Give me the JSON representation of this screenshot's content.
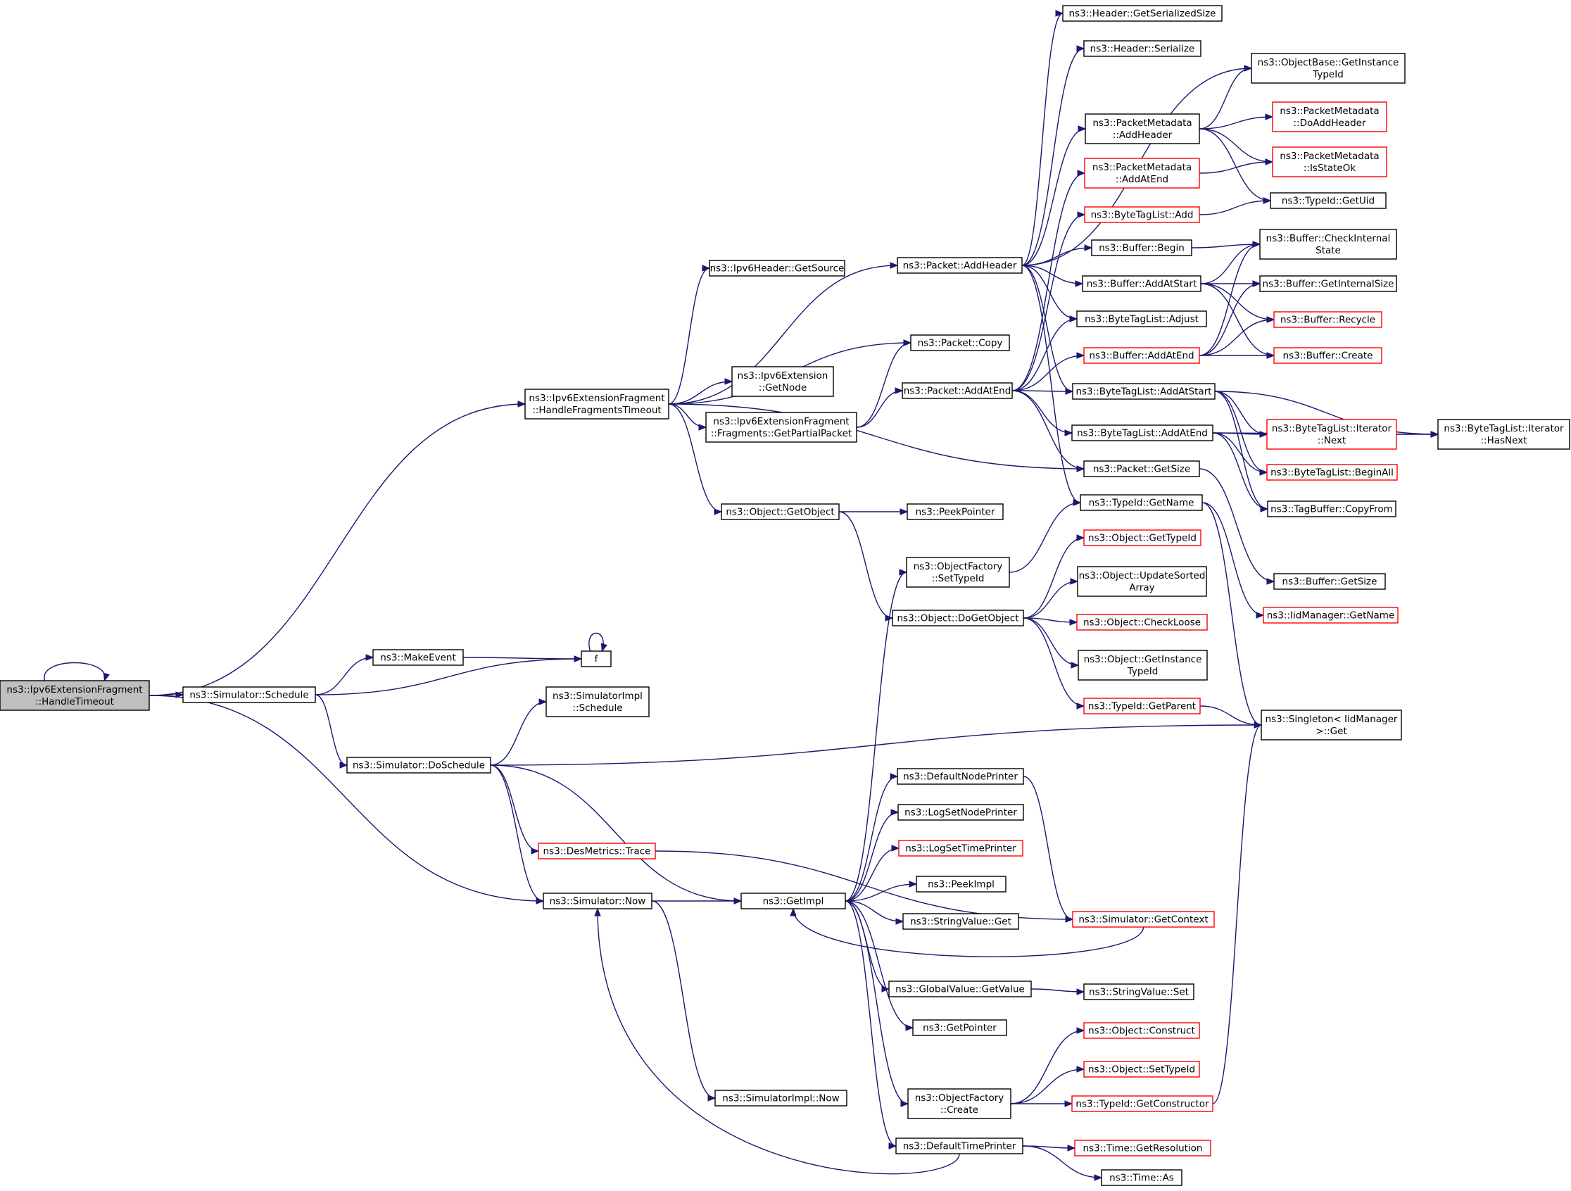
{
  "colors": {
    "edge": "#191970",
    "node_border": "#000000",
    "node_border_truncated": "#ff0000",
    "node_fill": "#ffffff",
    "root_fill": "#bfbfbf"
  },
  "nodes": [
    {
      "id": "root",
      "lines": [
        "ns3::Ipv6ExtensionFragment",
        "::HandleTimeout"
      ],
      "style": "root"
    },
    {
      "id": "hft",
      "lines": [
        "ns3::Ipv6ExtensionFragment",
        "::HandleFragmentsTimeout"
      ],
      "style": "normal"
    },
    {
      "id": "sched",
      "lines": [
        "ns3::Simulator::Schedule"
      ],
      "style": "normal"
    },
    {
      "id": "makeevent",
      "lines": [
        "ns3::MakeEvent"
      ],
      "style": "normal"
    },
    {
      "id": "f",
      "lines": [
        "f"
      ],
      "style": "normal"
    },
    {
      "id": "simimplsched",
      "lines": [
        "ns3::SimulatorImpl",
        "::Schedule"
      ],
      "style": "normal"
    },
    {
      "id": "dosched",
      "lines": [
        "ns3::Simulator::DoSchedule"
      ],
      "style": "normal"
    },
    {
      "id": "desmetrics",
      "lines": [
        "ns3::DesMetrics::Trace"
      ],
      "style": "truncated"
    },
    {
      "id": "now",
      "lines": [
        "ns3::Simulator::Now"
      ],
      "style": "normal"
    },
    {
      "id": "getimpl",
      "lines": [
        "ns3::GetImpl"
      ],
      "style": "normal"
    },
    {
      "id": "simimplnow",
      "lines": [
        "ns3::SimulatorImpl::Now"
      ],
      "style": "normal"
    },
    {
      "id": "getsource",
      "lines": [
        "ns3::Ipv6Header::GetSource"
      ],
      "style": "normal"
    },
    {
      "id": "pktcopy",
      "lines": [
        "ns3::Packet::Copy"
      ],
      "style": "normal"
    },
    {
      "id": "getnode",
      "lines": [
        "ns3::Ipv6Extension",
        "::GetNode"
      ],
      "style": "normal"
    },
    {
      "id": "getpartial",
      "lines": [
        "ns3::Ipv6ExtensionFragment",
        "::Fragments::GetPartialPacket"
      ],
      "style": "normal"
    },
    {
      "id": "getobject",
      "lines": [
        "ns3::Object::GetObject"
      ],
      "style": "normal"
    },
    {
      "id": "peekpointer",
      "lines": [
        "ns3::PeekPointer"
      ],
      "style": "normal"
    },
    {
      "id": "addheader",
      "lines": [
        "ns3::Packet::AddHeader"
      ],
      "style": "normal"
    },
    {
      "id": "addatend",
      "lines": [
        "ns3::Packet::AddAtEnd"
      ],
      "style": "normal"
    },
    {
      "id": "objfactsettype",
      "lines": [
        "ns3::ObjectFactory",
        "::SetTypeId"
      ],
      "style": "normal"
    },
    {
      "id": "dogetobject",
      "lines": [
        "ns3::Object::DoGetObject"
      ],
      "style": "normal"
    },
    {
      "id": "defnodeprinter",
      "lines": [
        "ns3::DefaultNodePrinter"
      ],
      "style": "normal"
    },
    {
      "id": "logsetnode",
      "lines": [
        "ns3::LogSetNodePrinter"
      ],
      "style": "normal"
    },
    {
      "id": "logsettime",
      "lines": [
        "ns3::LogSetTimePrinter"
      ],
      "style": "truncated"
    },
    {
      "id": "peekimpl",
      "lines": [
        "ns3::PeekImpl"
      ],
      "style": "normal"
    },
    {
      "id": "strvalget",
      "lines": [
        "ns3::StringValue::Get"
      ],
      "style": "normal"
    },
    {
      "id": "globalgetvalue",
      "lines": [
        "ns3::GlobalValue::GetValue"
      ],
      "style": "normal"
    },
    {
      "id": "getpointer",
      "lines": [
        "ns3::GetPointer"
      ],
      "style": "normal"
    },
    {
      "id": "objfactcreate",
      "lines": [
        "ns3::ObjectFactory",
        "::Create"
      ],
      "style": "normal"
    },
    {
      "id": "deftimeprinter",
      "lines": [
        "ns3::DefaultTimePrinter"
      ],
      "style": "normal"
    },
    {
      "id": "hdrgetsersize",
      "lines": [
        "ns3::Header::GetSerializedSize"
      ],
      "style": "normal"
    },
    {
      "id": "hdrserialize",
      "lines": [
        "ns3::Header::Serialize"
      ],
      "style": "normal"
    },
    {
      "id": "pmaddheader",
      "lines": [
        "ns3::PacketMetadata",
        "::AddHeader"
      ],
      "style": "normal"
    },
    {
      "id": "pmaddatend",
      "lines": [
        "ns3::PacketMetadata",
        "::AddAtEnd"
      ],
      "style": "truncated"
    },
    {
      "id": "btladd",
      "lines": [
        "ns3::ByteTagList::Add"
      ],
      "style": "truncated"
    },
    {
      "id": "bufbegin",
      "lines": [
        "ns3::Buffer::Begin"
      ],
      "style": "normal"
    },
    {
      "id": "bufaddatstart",
      "lines": [
        "ns3::Buffer::AddAtStart"
      ],
      "style": "normal"
    },
    {
      "id": "btladjust",
      "lines": [
        "ns3::ByteTagList::Adjust"
      ],
      "style": "normal"
    },
    {
      "id": "bufaddatend",
      "lines": [
        "ns3::Buffer::AddAtEnd"
      ],
      "style": "truncated"
    },
    {
      "id": "btladdatstart",
      "lines": [
        "ns3::ByteTagList::AddAtStart"
      ],
      "style": "normal"
    },
    {
      "id": "btladdatend",
      "lines": [
        "ns3::ByteTagList::AddAtEnd"
      ],
      "style": "normal"
    },
    {
      "id": "pktgetsize",
      "lines": [
        "ns3::Packet::GetSize"
      ],
      "style": "normal"
    },
    {
      "id": "typeidgetname",
      "lines": [
        "ns3::TypeId::GetName"
      ],
      "style": "normal"
    },
    {
      "id": "objgettypeid",
      "lines": [
        "ns3::Object::GetTypeId"
      ],
      "style": "truncated"
    },
    {
      "id": "objupdatesorted",
      "lines": [
        "ns3::Object::UpdateSorted",
        "Array"
      ],
      "style": "normal"
    },
    {
      "id": "objcheckloose",
      "lines": [
        "ns3::Object::CheckLoose"
      ],
      "style": "truncated"
    },
    {
      "id": "objgetinstance",
      "lines": [
        "ns3::Object::GetInstance",
        "TypeId"
      ],
      "style": "normal"
    },
    {
      "id": "typeidgetparent",
      "lines": [
        "ns3::TypeId::GetParent"
      ],
      "style": "truncated"
    },
    {
      "id": "simgetcontext",
      "lines": [
        "ns3::Simulator::GetContext"
      ],
      "style": "truncated"
    },
    {
      "id": "strvalset",
      "lines": [
        "ns3::StringValue::Set"
      ],
      "style": "normal"
    },
    {
      "id": "objconstruct",
      "lines": [
        "ns3::Object::Construct"
      ],
      "style": "truncated"
    },
    {
      "id": "objsettypeid",
      "lines": [
        "ns3::Object::SetTypeId"
      ],
      "style": "truncated"
    },
    {
      "id": "typeidgetctor",
      "lines": [
        "ns3::TypeId::GetConstructor"
      ],
      "style": "truncated"
    },
    {
      "id": "timegetres",
      "lines": [
        "ns3::Time::GetResolution"
      ],
      "style": "truncated"
    },
    {
      "id": "timeas",
      "lines": [
        "ns3::Time::As"
      ],
      "style": "normal"
    },
    {
      "id": "objbasegetinst",
      "lines": [
        "ns3::ObjectBase::GetInstance",
        "TypeId"
      ],
      "style": "normal"
    },
    {
      "id": "pmdoaddheader",
      "lines": [
        "ns3::PacketMetadata",
        "::DoAddHeader"
      ],
      "style": "truncated"
    },
    {
      "id": "pmisstateok",
      "lines": [
        "ns3::PacketMetadata",
        "::IsStateOk"
      ],
      "style": "truncated"
    },
    {
      "id": "typeidgetuid",
      "lines": [
        "ns3::TypeId::GetUid"
      ],
      "style": "normal"
    },
    {
      "id": "bufcheckinternal",
      "lines": [
        "ns3::Buffer::CheckInternal",
        "State"
      ],
      "style": "normal"
    },
    {
      "id": "bufgetinternalsize",
      "lines": [
        "ns3::Buffer::GetInternalSize"
      ],
      "style": "normal"
    },
    {
      "id": "bufrecycle",
      "lines": [
        "ns3::Buffer::Recycle"
      ],
      "style": "truncated"
    },
    {
      "id": "bufcreate",
      "lines": [
        "ns3::Buffer::Create"
      ],
      "style": "truncated"
    },
    {
      "id": "btliternext",
      "lines": [
        "ns3::ByteTagList::Iterator",
        "::Next"
      ],
      "style": "truncated"
    },
    {
      "id": "btlbeginall",
      "lines": [
        "ns3::ByteTagList::BeginAll"
      ],
      "style": "truncated"
    },
    {
      "id": "tagbufcopyfrom",
      "lines": [
        "ns3::TagBuffer::CopyFrom"
      ],
      "style": "normal"
    },
    {
      "id": "bufgetsize",
      "lines": [
        "ns3::Buffer::GetSize"
      ],
      "style": "normal"
    },
    {
      "id": "iidmgrgetname",
      "lines": [
        "ns3::IidManager::GetName"
      ],
      "style": "truncated"
    },
    {
      "id": "btliterhasnext",
      "lines": [
        "ns3::ByteTagList::Iterator",
        "::HasNext"
      ],
      "style": "normal"
    },
    {
      "id": "singletonget",
      "lines": [
        "ns3::Singleton< IidManager",
        " >::Get"
      ],
      "style": "normal"
    }
  ],
  "edges": [
    [
      "root",
      "root"
    ],
    [
      "root",
      "hft"
    ],
    [
      "root",
      "sched"
    ],
    [
      "root",
      "now"
    ],
    [
      "sched",
      "makeevent"
    ],
    [
      "sched",
      "f"
    ],
    [
      "sched",
      "dosched"
    ],
    [
      "makeevent",
      "f"
    ],
    [
      "f",
      "f"
    ],
    [
      "dosched",
      "simimplsched"
    ],
    [
      "dosched",
      "desmetrics"
    ],
    [
      "dosched",
      "now"
    ],
    [
      "dosched",
      "getimpl"
    ],
    [
      "dosched",
      "singletonget"
    ],
    [
      "desmetrics",
      "simgetcontext"
    ],
    [
      "now",
      "getimpl"
    ],
    [
      "now",
      "simimplnow"
    ],
    [
      "hft",
      "getsource"
    ],
    [
      "hft",
      "addheader"
    ],
    [
      "hft",
      "pktcopy"
    ],
    [
      "hft",
      "getnode"
    ],
    [
      "hft",
      "getpartial"
    ],
    [
      "hft",
      "pktgetsize"
    ],
    [
      "hft",
      "getobject"
    ],
    [
      "getpartial",
      "pktcopy"
    ],
    [
      "getpartial",
      "addatend"
    ],
    [
      "getobject",
      "peekpointer"
    ],
    [
      "getobject",
      "dogetobject"
    ],
    [
      "getimpl",
      "objfactsettype"
    ],
    [
      "getimpl",
      "defnodeprinter"
    ],
    [
      "getimpl",
      "logsetnode"
    ],
    [
      "getimpl",
      "logsettime"
    ],
    [
      "getimpl",
      "peekimpl"
    ],
    [
      "getimpl",
      "strvalget"
    ],
    [
      "getimpl",
      "globalgetvalue"
    ],
    [
      "getimpl",
      "getpointer"
    ],
    [
      "getimpl",
      "objfactcreate"
    ],
    [
      "getimpl",
      "deftimeprinter"
    ],
    [
      "simgetcontext",
      "getimpl"
    ],
    [
      "defnodeprinter",
      "simgetcontext"
    ],
    [
      "deftimeprinter",
      "now"
    ],
    [
      "deftimeprinter",
      "timegetres"
    ],
    [
      "deftimeprinter",
      "timeas"
    ],
    [
      "globalgetvalue",
      "strvalset"
    ],
    [
      "objfactcreate",
      "objconstruct"
    ],
    [
      "objfactcreate",
      "objsettypeid"
    ],
    [
      "objfactcreate",
      "typeidgetctor"
    ],
    [
      "typeidgetctor",
      "singletonget"
    ],
    [
      "objfactsettype",
      "typeidgetname"
    ],
    [
      "dogetobject",
      "objgettypeid"
    ],
    [
      "dogetobject",
      "objupdatesorted"
    ],
    [
      "dogetobject",
      "objcheckloose"
    ],
    [
      "dogetobject",
      "objgetinstance"
    ],
    [
      "dogetobject",
      "typeidgetparent"
    ],
    [
      "typeidgetparent",
      "singletonget"
    ],
    [
      "addheader",
      "hdrgetsersize"
    ],
    [
      "addheader",
      "hdrserialize"
    ],
    [
      "addheader",
      "objbasegetinst"
    ],
    [
      "addheader",
      "pmaddheader"
    ],
    [
      "addheader",
      "bufbegin"
    ],
    [
      "addheader",
      "bufaddatstart"
    ],
    [
      "addheader",
      "btladjust"
    ],
    [
      "addheader",
      "btladdatstart"
    ],
    [
      "addheader",
      "typeidgetname"
    ],
    [
      "addatend",
      "pmaddatend"
    ],
    [
      "addatend",
      "btladd"
    ],
    [
      "addatend",
      "btladjust"
    ],
    [
      "addatend",
      "bufaddatend"
    ],
    [
      "addatend",
      "btladdatstart"
    ],
    [
      "addatend",
      "btladdatend"
    ],
    [
      "addatend",
      "pktgetsize"
    ],
    [
      "pmaddheader",
      "objbasegetinst"
    ],
    [
      "pmaddheader",
      "pmdoaddheader"
    ],
    [
      "pmaddheader",
      "pmisstateok"
    ],
    [
      "pmaddheader",
      "typeidgetuid"
    ],
    [
      "pmaddatend",
      "pmisstateok"
    ],
    [
      "btladd",
      "typeidgetuid"
    ],
    [
      "bufbegin",
      "bufcheckinternal"
    ],
    [
      "bufaddatstart",
      "bufcheckinternal"
    ],
    [
      "bufaddatstart",
      "bufgetinternalsize"
    ],
    [
      "bufaddatstart",
      "bufrecycle"
    ],
    [
      "bufaddatstart",
      "bufcreate"
    ],
    [
      "bufaddatend",
      "bufcheckinternal"
    ],
    [
      "bufaddatend",
      "bufgetinternalsize"
    ],
    [
      "bufaddatend",
      "bufrecycle"
    ],
    [
      "bufaddatend",
      "bufcreate"
    ],
    [
      "btladdatstart",
      "btliternext"
    ],
    [
      "btladdatstart",
      "btlbeginall"
    ],
    [
      "btladdatstart",
      "tagbufcopyfrom"
    ],
    [
      "btladdatstart",
      "btliterhasnext"
    ],
    [
      "btladdatend",
      "btliternext"
    ],
    [
      "btladdatend",
      "btlbeginall"
    ],
    [
      "btladdatend",
      "tagbufcopyfrom"
    ],
    [
      "btladdatend",
      "btliterhasnext"
    ],
    [
      "btliternext",
      "btliterhasnext"
    ],
    [
      "pktgetsize",
      "bufgetsize"
    ],
    [
      "typeidgetname",
      "iidmgrgetname"
    ],
    [
      "typeidgetname",
      "singletonget"
    ]
  ]
}
